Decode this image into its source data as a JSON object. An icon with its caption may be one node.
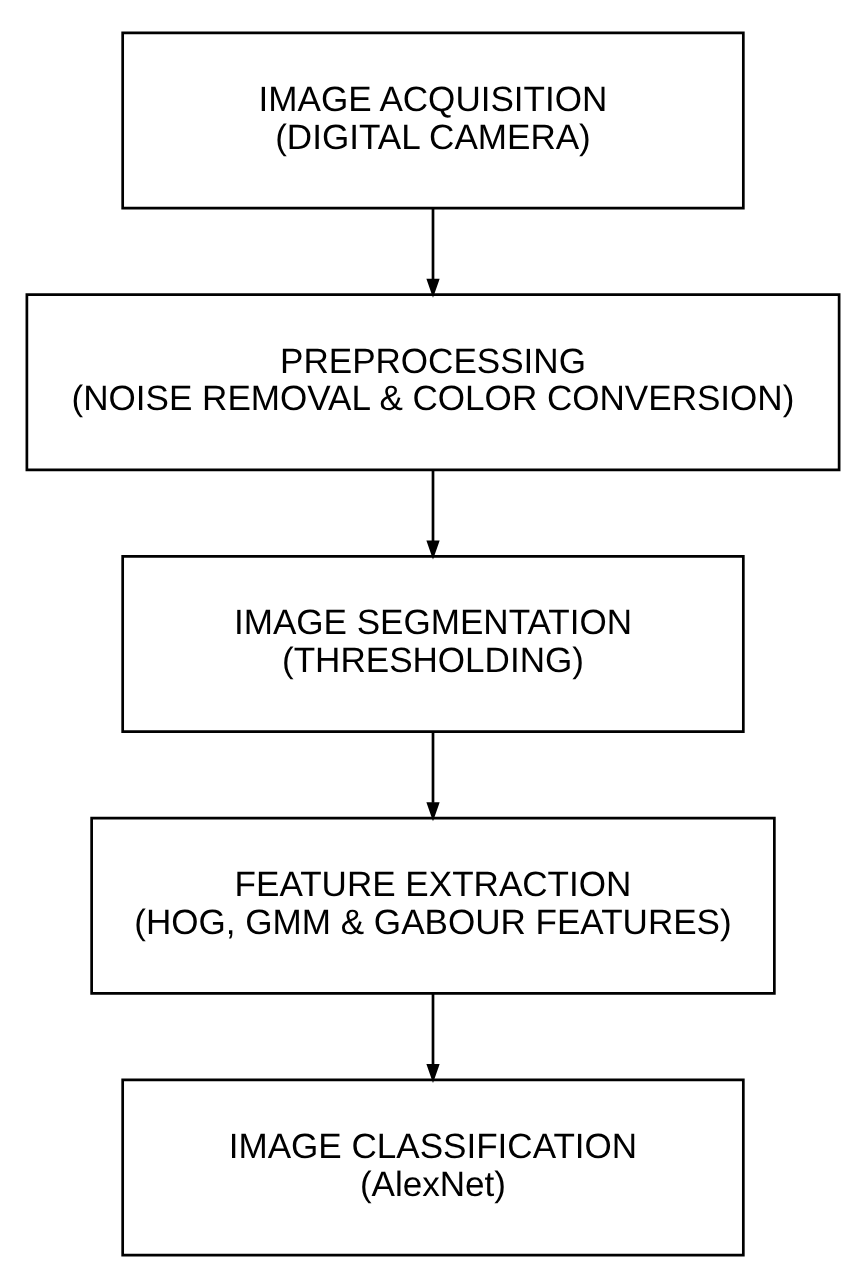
{
  "diagram": {
    "nodes": [
      {
        "text": [
          "IMAGE ACQUISITION",
          "(DIGITAL CAMERA)"
        ]
      },
      {
        "text": [
          "PREPROCESSING",
          "(NOISE REMOVAL & COLOR CONVERSION)"
        ]
      },
      {
        "text": [
          "IMAGE SEGMENTATION",
          "(THRESHOLDING)"
        ]
      },
      {
        "text": [
          "FEATURE EXTRACTION",
          "(HOG, GMM & GABOUR FEATURES)"
        ]
      },
      {
        "text": [
          "IMAGE CLASSIFICATION",
          "(AlexNet)"
        ]
      }
    ],
    "edges": [
      {
        "from": 0,
        "to": 1,
        "arrow": "to"
      },
      {
        "from": 1,
        "to": 2,
        "arrow": "to"
      },
      {
        "from": 2,
        "to": 3,
        "arrow": "to"
      },
      {
        "from": 3,
        "to": 4,
        "arrow": "to"
      }
    ]
  }
}
